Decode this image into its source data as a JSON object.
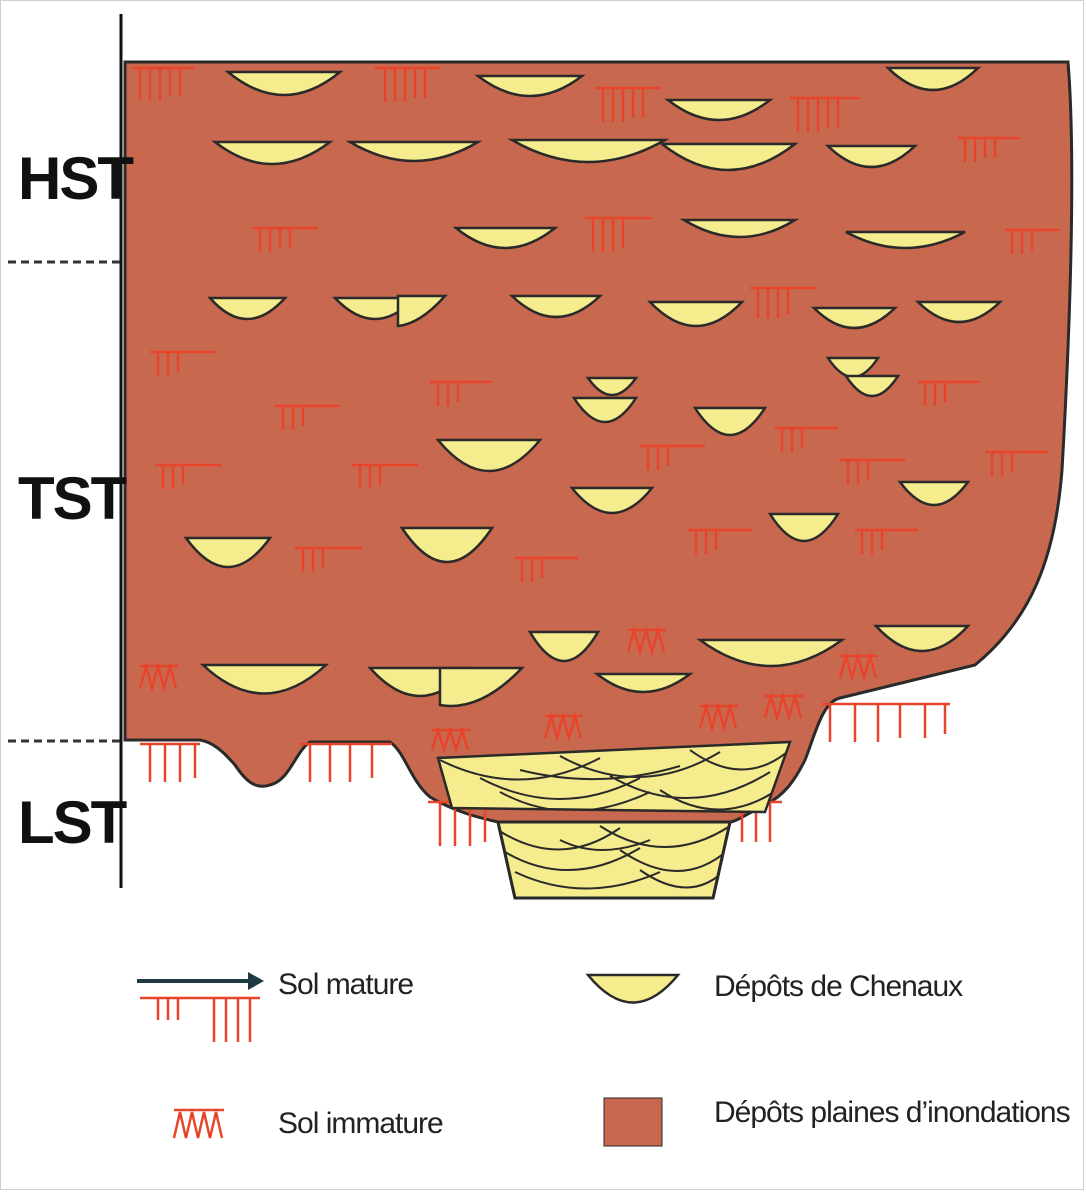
{
  "stages": {
    "hst": "HST",
    "tst": "TST",
    "lst": "LST"
  },
  "legend": {
    "mature_soil": "Sol mature",
    "immature_soil": "Sol immature",
    "channel_deposits": "Dépôts de Chenaux",
    "floodplain_deposits": "Dépôts plaines d’inondations"
  },
  "colors": {
    "floodplain": "#c8694f",
    "channel_fill": "#f5ec8e",
    "soil_mark": "#e8442c",
    "outline": "#2a2a2a",
    "arrow": "#1d3a40"
  }
}
